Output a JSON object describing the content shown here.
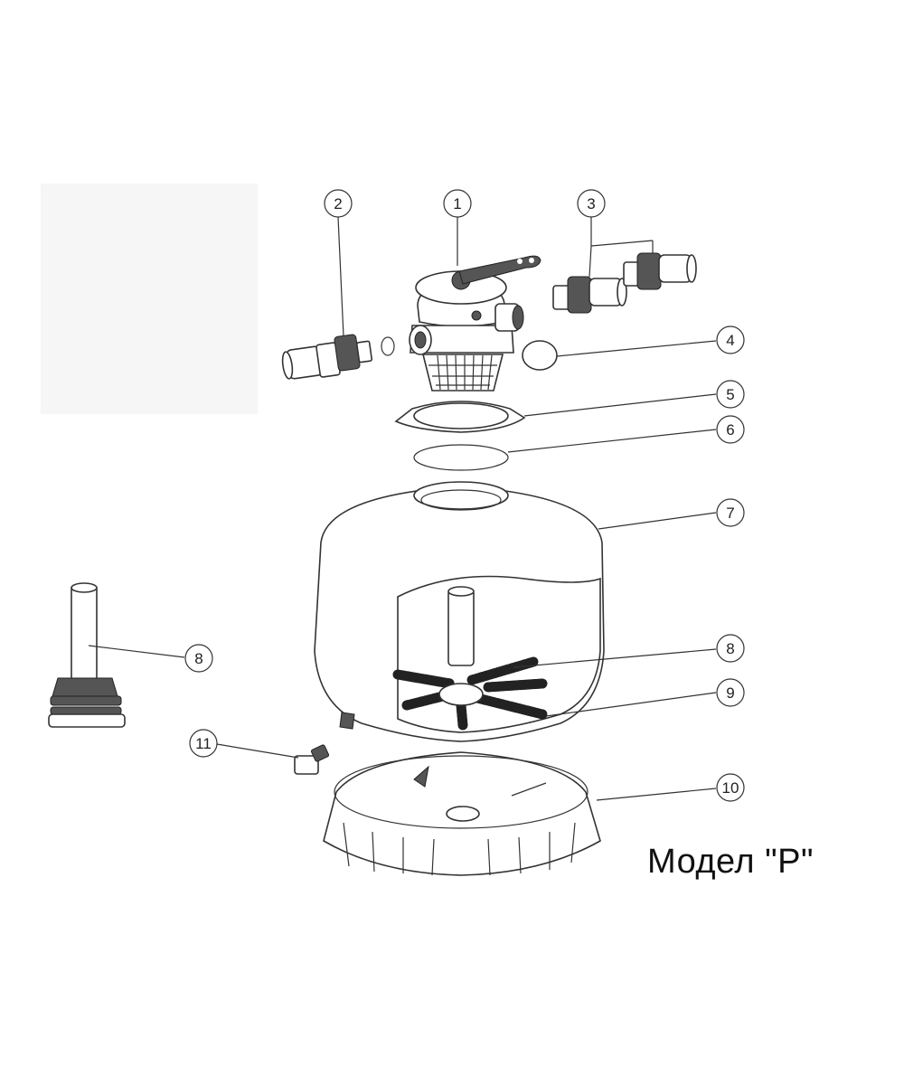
{
  "callouts": [
    {
      "number": "1"
    },
    {
      "number": "2"
    },
    {
      "number": "3"
    },
    {
      "number": "4"
    },
    {
      "number": "5"
    },
    {
      "number": "6"
    },
    {
      "number": "7"
    },
    {
      "number": "8"
    },
    {
      "number": "8"
    },
    {
      "number": "9"
    },
    {
      "number": "10"
    },
    {
      "number": "11"
    }
  ],
  "model_label": "Модел \"P\""
}
